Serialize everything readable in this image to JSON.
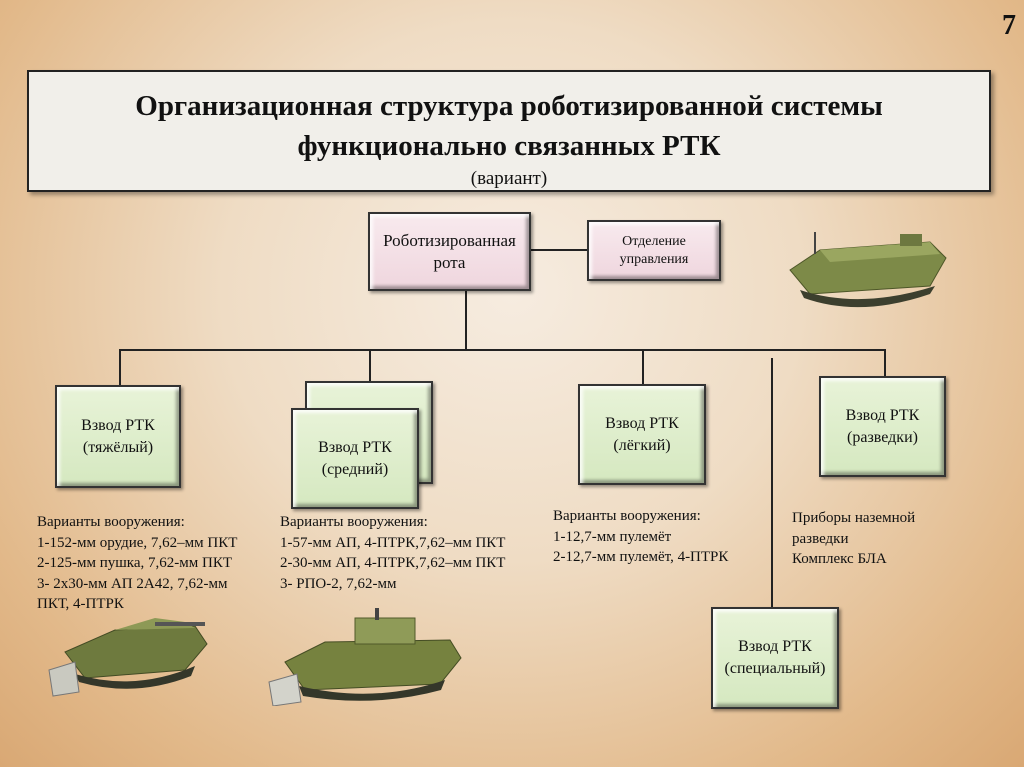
{
  "page_number": "7",
  "title": {
    "line1": "Организационная структура роботизированной системы",
    "line2": "функционально связанных  РТК",
    "subtitle": "(вариант)"
  },
  "company": {
    "line1": "Роботизированная",
    "line2": "рота"
  },
  "control": {
    "line1": "Отделение",
    "line2": "управления"
  },
  "platoons": {
    "heavy": {
      "line1": "Взвод РТК",
      "line2": "(тяжёлый)"
    },
    "medium": {
      "line1": "Взвод РТК",
      "line2": "(средний)"
    },
    "light": {
      "line1": "Взвод РТК",
      "line2": "(лёгкий)"
    },
    "recon": {
      "line1": "Взвод РТК",
      "line2": "(разведки)"
    },
    "special": {
      "line1": "Взвод РТК",
      "line2": "(специальный)"
    }
  },
  "notes": {
    "heavy": [
      "Варианты вооружения:",
      "1-152-мм орудие, 7,62–мм ПКТ",
      "2-125-мм пушка, 7,62-мм ПКТ",
      "3- 2х30-мм АП 2А42, 7,62-мм",
      "ПКТ, 4-ПТРК"
    ],
    "medium": [
      "Варианты вооружения:",
      "1-57-мм АП, 4-ПТРК,7,62–мм ПКТ",
      "2-30-мм АП, 4-ПТРК,7,62–мм ПКТ",
      "3- РПО-2,  7,62-мм"
    ],
    "light": [
      "Варианты вооружения:",
      "1-12,7-мм пулемёт",
      "2-12,7-мм пулемёт, 4-ПТРК"
    ],
    "recon": [
      "Приборы наземной",
      "разведки",
      "Комплекс БЛА"
    ]
  }
}
